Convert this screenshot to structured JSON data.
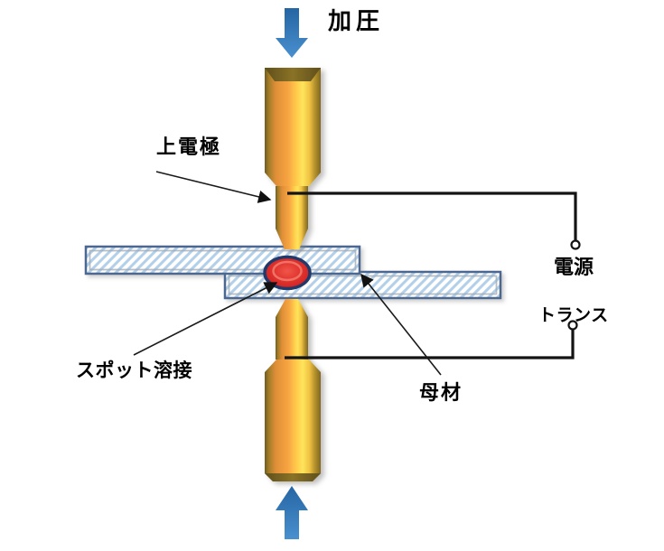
{
  "labels": {
    "pressure": "加圧",
    "upper_electrode": "上電極",
    "spot_weld": "スポット溶接",
    "base_material": "母材",
    "power_source": "電源",
    "transformer": "トランス"
  },
  "colors": {
    "pressure_arrow_blue": "#2e74b5",
    "electrode_gold_dark": "#6e5c22",
    "electrode_gold_mid": "#f5a540",
    "electrode_gold_light": "#ffe45c",
    "plate_border": "#4e6890",
    "plate_hatch_stripe": "#b3d0ea",
    "weld_nugget_red": "#dd2f2f",
    "weld_nugget_outline": "#223a6a",
    "wire": "#141414",
    "annotation_line": "#1a1a1a"
  }
}
